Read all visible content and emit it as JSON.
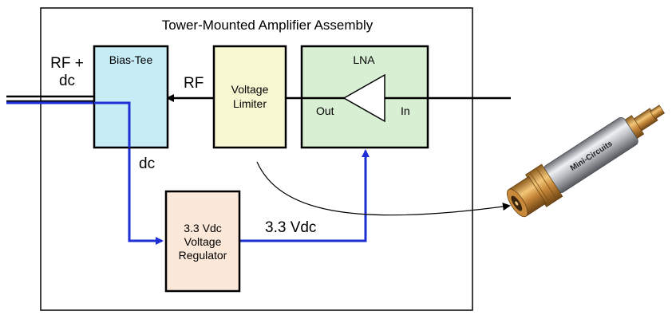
{
  "diagram": {
    "assembly_title": "Tower-Mounted Amplifier Assembly",
    "input_label_line1": "RF +",
    "input_label_line2": "dc",
    "rf_label": "RF",
    "dc_label": "dc",
    "regulator_output_label": "3.3 Vdc",
    "blocks": {
      "bias_tee": {
        "title": "Bias-Tee",
        "color": "#c6ecf6"
      },
      "voltage_limiter": {
        "line1": "Voltage",
        "line2": "Limiter",
        "color": "#f7f7d2"
      },
      "lna": {
        "title": "LNA",
        "out_label": "Out",
        "in_label": "In",
        "color": "#d8efd3"
      },
      "regulator": {
        "line1": "3.3 Vdc",
        "line2": "Voltage",
        "line3": "Regulator",
        "color": "#fbe8d8"
      }
    },
    "colors": {
      "rf_line": "#000000",
      "dc_line": "#1f2fd6",
      "block_border": "#000000"
    },
    "product_image": {
      "brand_text": "Mini-Circuits",
      "description": "coaxial-voltage-limiter-component"
    }
  }
}
